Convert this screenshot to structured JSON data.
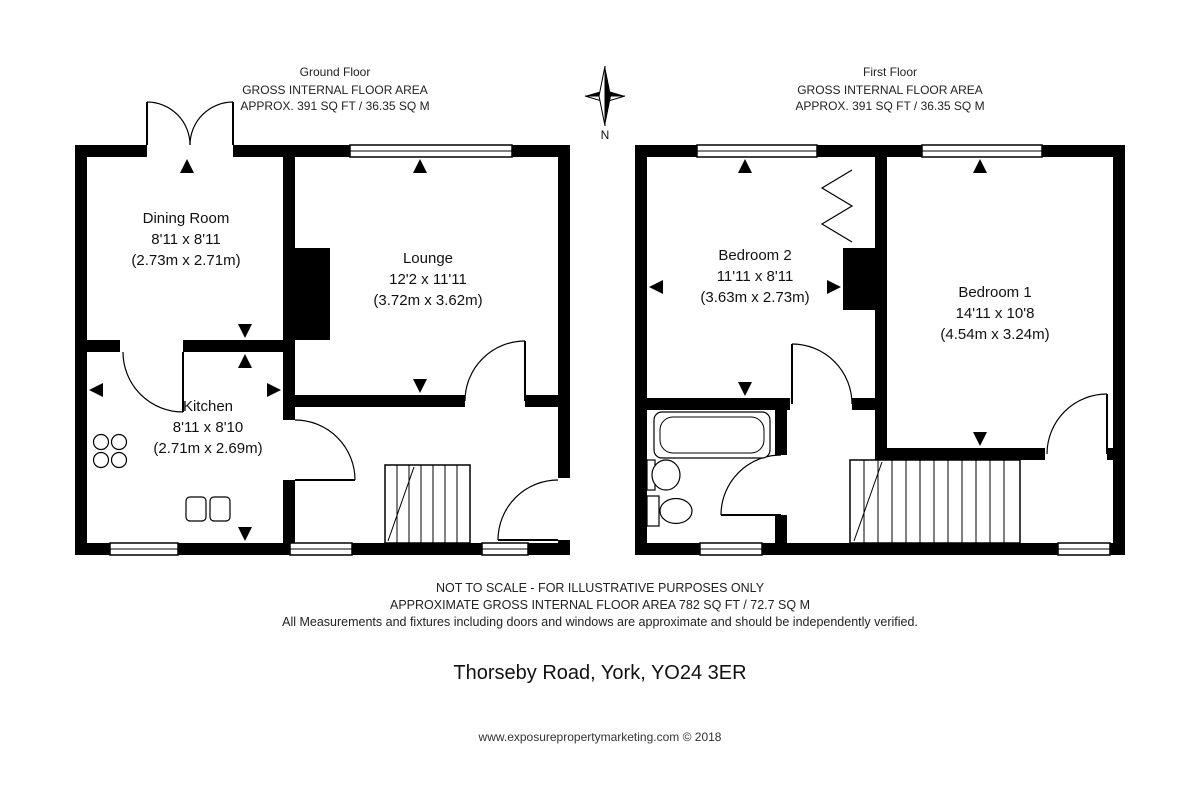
{
  "ground_header": {
    "title": "Ground Floor",
    "area_label": "GROSS INTERNAL FLOOR AREA",
    "area_value": "APPROX. 391 SQ FT / 36.35 SQ M"
  },
  "first_header": {
    "title": "First Floor",
    "area_label": "GROSS INTERNAL FLOOR AREA",
    "area_value": "APPROX. 391 SQ FT / 36.35 SQ M"
  },
  "compass": {
    "label": "N"
  },
  "rooms": {
    "dining_room": {
      "name": "Dining Room",
      "size_imperial": "8'11 x 8'11",
      "size_metric": "(2.73m x 2.71m)"
    },
    "lounge": {
      "name": "Lounge",
      "size_imperial": "12'2 x 11'11",
      "size_metric": "(3.72m x 3.62m)"
    },
    "kitchen": {
      "name": "Kitchen",
      "size_imperial": "8'11 x 8'10",
      "size_metric": "(2.71m x 2.69m)"
    },
    "bedroom_2": {
      "name": "Bedroom 2",
      "size_imperial": "11'11 x 8'11",
      "size_metric": "(3.63m x 2.73m)"
    },
    "bedroom_1": {
      "name": "Bedroom 1",
      "size_imperial": "14'11 x 10'8",
      "size_metric": "(4.54m x 3.24m)"
    }
  },
  "disclaimer": {
    "line1": "NOT TO SCALE - FOR ILLUSTRATIVE PURPOSES ONLY",
    "line2": "APPROXIMATE GROSS INTERNAL FLOOR AREA 782 SQ FT / 72.7 SQ M",
    "line3": "All Measurements and fixtures including doors and windows are approximate and should be independently verified."
  },
  "address": "Thorseby Road, York, YO24 3ER",
  "credit": "www.exposurepropertymarketing.com © 2018",
  "colors": {
    "wall": "#000000",
    "background": "#ffffff",
    "text": "#1a1a1a"
  }
}
